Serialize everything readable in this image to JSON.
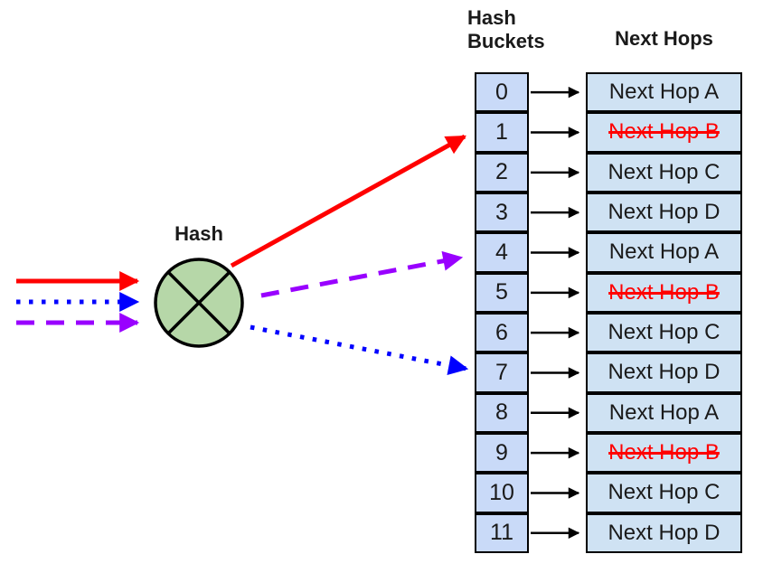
{
  "headers": {
    "hash_buckets": "Hash\nBuckets",
    "next_hops": "Next Hops"
  },
  "hash_node": {
    "label": "Hash"
  },
  "buckets": [
    {
      "id": "0",
      "next_hop": "Next Hop A",
      "dead": false
    },
    {
      "id": "1",
      "next_hop": "Next Hop B",
      "dead": true
    },
    {
      "id": "2",
      "next_hop": "Next Hop C",
      "dead": false
    },
    {
      "id": "3",
      "next_hop": "Next Hop D",
      "dead": false
    },
    {
      "id": "4",
      "next_hop": "Next Hop A",
      "dead": false
    },
    {
      "id": "5",
      "next_hop": "Next Hop B",
      "dead": true
    },
    {
      "id": "6",
      "next_hop": "Next Hop C",
      "dead": false
    },
    {
      "id": "7",
      "next_hop": "Next Hop D",
      "dead": false
    },
    {
      "id": "8",
      "next_hop": "Next Hop A",
      "dead": false
    },
    {
      "id": "9",
      "next_hop": "Next Hop B",
      "dead": true
    },
    {
      "id": "10",
      "next_hop": "Next Hop C",
      "dead": false
    },
    {
      "id": "11",
      "next_hop": "Next Hop D",
      "dead": false
    }
  ],
  "flows": [
    {
      "name": "red-flow",
      "line_style": "solid",
      "color": "#FF0000",
      "target_bucket": "1"
    },
    {
      "name": "purple-flow",
      "line_style": "dashed",
      "color": "#9900FF",
      "target_bucket": "4"
    },
    {
      "name": "blue-flow",
      "line_style": "dotted",
      "color": "#0000FF",
      "target_bucket": "7"
    }
  ],
  "colors": {
    "bucket_fill": "#C9DAF8",
    "nexthop_fill": "#CFE2F3",
    "hash_fill": "#B6D7A8",
    "flow_red": "#FF0000",
    "flow_blue": "#0000FF",
    "flow_purple": "#9900FF",
    "border": "#000000",
    "text": "#1A1A1A"
  }
}
